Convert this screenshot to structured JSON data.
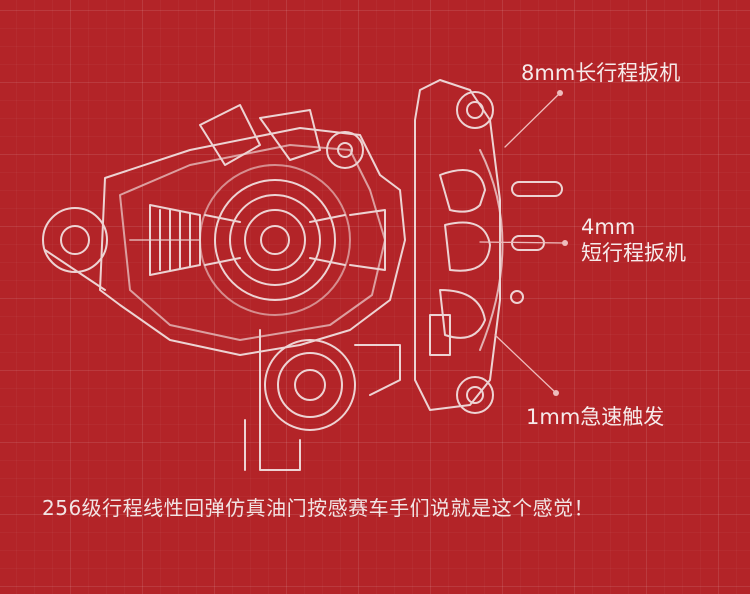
{
  "labels": {
    "long_trigger": "8mm长行程扳机",
    "short_trigger_size": "4mm",
    "short_trigger_name": "短行程扳机",
    "quick_trigger": "1mm急速触发"
  },
  "caption": "256级行程线性回弹仿真油门按感赛车手们说就是这个感觉！",
  "colors": {
    "background": "#b32428",
    "line": "#f4e6e6"
  }
}
